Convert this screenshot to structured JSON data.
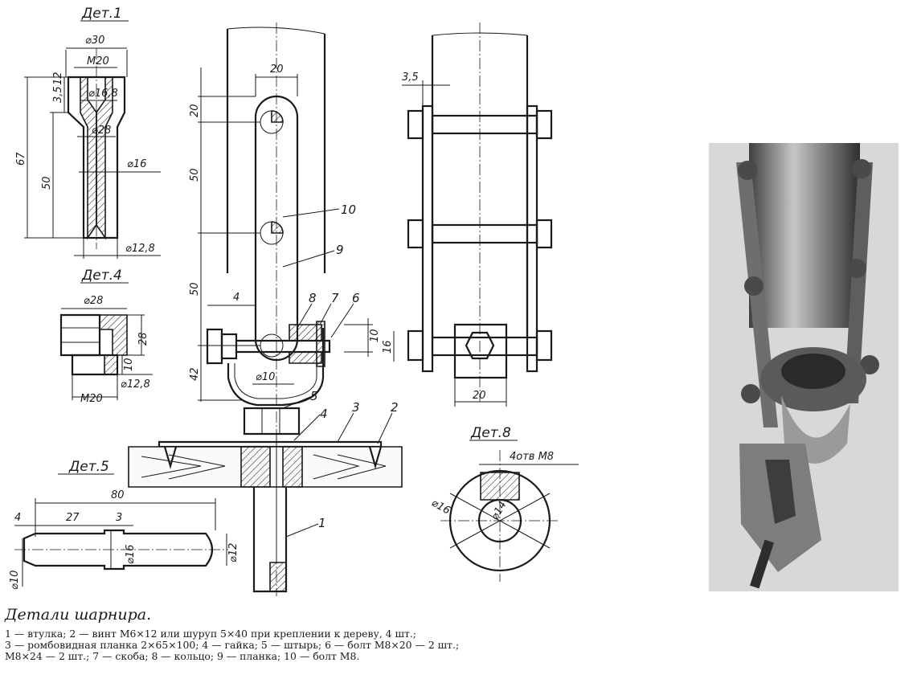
{
  "details": {
    "d1": "Дет.1",
    "d4": "Дет.4",
    "d5": "Дет.5",
    "d8": "Дет.8"
  },
  "dims": {
    "d1_30": "⌀30",
    "d1_m20": "M20",
    "d1_168": "⌀16,8",
    "d1_35": "3,5",
    "d1_12": "12",
    "d1_28": "⌀28",
    "d1_67": "67",
    "d1_50": "50",
    "d1_16": "⌀16",
    "d1_128": "⌀12,8",
    "d4_28": "⌀28",
    "d4_28v": "28",
    "d4_10": "10",
    "d4_128": "⌀12,8",
    "d4_m20": "M20",
    "d5_80": "80",
    "d5_4": "4",
    "d5_27": "27",
    "d5_3": "3",
    "d5_16": "⌀16",
    "d5_12": "⌀12",
    "d5_10": "⌀10",
    "d8_hole": "4отв M8",
    "d8_16": "⌀16",
    "d8_14": "⌀14",
    "main_20top": "20",
    "main_20": "20",
    "main_50a": "50",
    "main_50b": "50",
    "main_4": "4",
    "main_42": "42",
    "main_10": "10",
    "main_phi10": "⌀10",
    "side_35": "3,5",
    "side_16": "16",
    "side_20": "20"
  },
  "callouts": [
    "1",
    "2",
    "3",
    "4",
    "5",
    "6",
    "7",
    "8",
    "9",
    "10"
  ],
  "caption": {
    "title": "Детали шарнира.",
    "line1": "1 — втулка; 2 — винт М6×12 или шуруп 5×40 при креплении к дереву, 4 шт.;",
    "line2": "3 — ромбовидная планка 2×65×100; 4 — гайка; 5 — штырь; 6 — болт М8×20 — 2 шт.;",
    "line3": "М8×24 — 2 шт.; 7 — скоба; 8 — кольцо; 9 — планка; 10 — болт М8."
  }
}
